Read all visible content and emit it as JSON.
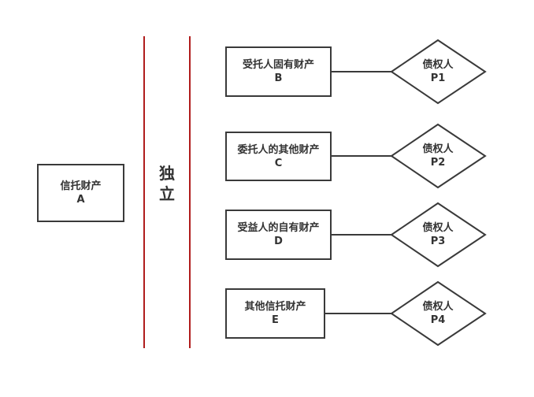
{
  "source": {
    "name": "信托财产",
    "code": "A"
  },
  "independence_label": [
    "独",
    "立"
  ],
  "assets": [
    {
      "name": "受托人固有财产",
      "code": "B",
      "creditor": {
        "name": "债权人",
        "code": "P1"
      }
    },
    {
      "name": "委托人的其他财产",
      "code": "C",
      "creditor": {
        "name": "债权人",
        "code": "P2"
      }
    },
    {
      "name": "受益人的自有财产",
      "code": "D",
      "creditor": {
        "name": "债权人",
        "code": "P3"
      }
    },
    {
      "name": "其他信托财产",
      "code": "E",
      "creditor": {
        "name": "债权人",
        "code": "P4"
      }
    }
  ],
  "colors": {
    "divider": "#b01c1c",
    "border": "#3a3a3a"
  }
}
